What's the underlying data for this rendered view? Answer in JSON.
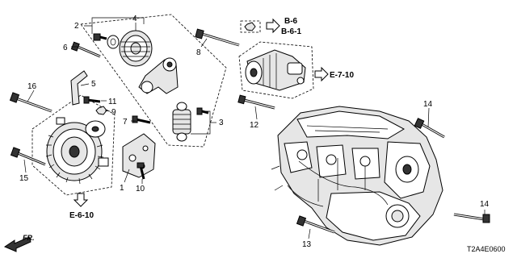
{
  "diagram": {
    "callouts": {
      "c1": "1",
      "c2": "2",
      "c3": "3",
      "c4": "4",
      "c5": "5",
      "c6": "6",
      "c7": "7",
      "c8": "8",
      "c9": "9",
      "c10": "10",
      "c11": "11",
      "c12": "12",
      "c13": "13",
      "c14a": "14",
      "c14b": "14",
      "c15": "15",
      "c16": "16"
    },
    "references": {
      "b6": "B-6",
      "b61": "B-6-1",
      "e710": "E-7-10",
      "e610": "E-6-10"
    },
    "direction_label": "FR.",
    "diagram_code": "T2A4E0600"
  }
}
